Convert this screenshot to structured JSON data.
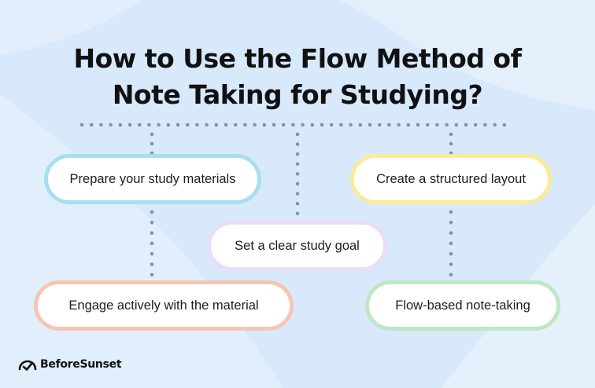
{
  "title": {
    "line1": "How to Use the Flow Method of",
    "line2": "Note Taking for Studying?"
  },
  "steps": [
    {
      "label": "Prepare your study materials",
      "border_color": "#a6dff0"
    },
    {
      "label": "Create a structured layout",
      "border_color": "#fbeb98"
    },
    {
      "label": "Set a clear study goal",
      "border_color": "#ecdcfa"
    },
    {
      "label": "Engage actively with the material",
      "border_color": "#f6c5b4"
    },
    {
      "label": "Flow-based note-taking",
      "border_color": "#bfe7c5"
    }
  ],
  "brand": {
    "name": "BeforeSunset",
    "icon": "beforesunset-logo-icon"
  },
  "colors": {
    "background": "#d7e9fb",
    "connector_dots": "#7d92a8",
    "title_text": "#111111"
  }
}
